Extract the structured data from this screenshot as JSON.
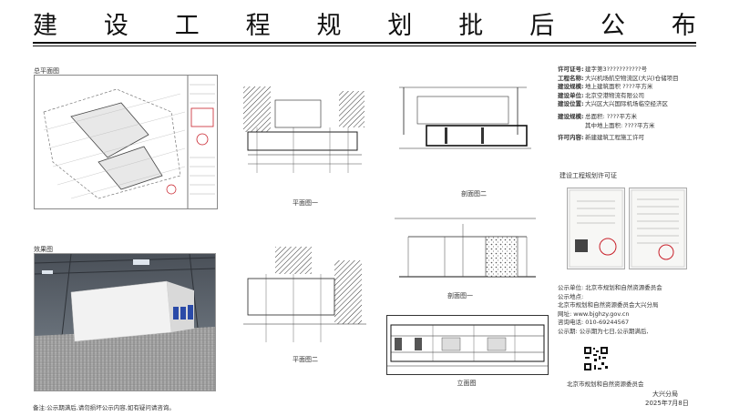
{
  "header": {
    "title_chars": [
      "建",
      "设",
      "工",
      "程",
      "规",
      "划",
      "批",
      "后",
      "公",
      "布"
    ]
  },
  "sections": {
    "site_plan_label": "总平面图",
    "render_label": "效果图",
    "permit_label": "建设工程规划许可证"
  },
  "drawings": {
    "plan1": "平面图一",
    "plan2": "平面图二",
    "section1": "剖面图一",
    "section2": "剖面图二",
    "elevation": "立面图"
  },
  "project_info": [
    {
      "k": "许可证号:",
      "v": "建字第3???????????号"
    },
    {
      "k": "工程名称:",
      "v": "大兴机场航空物流区(大兴)仓储项目"
    },
    {
      "k": "建设规模:",
      "v": "地上建筑面积 ????平方米"
    },
    {
      "k": "建设单位:",
      "v": "北京空港物流有限公司"
    },
    {
      "k": "建设位置:",
      "v": "大兴区大兴国际机场临空经济区"
    },
    {
      "k": "建设规模:",
      "v": "总面积: ????平方米"
    },
    {
      "k": "",
      "v": "其中地上面积: ????平方米"
    },
    {
      "k": "许可内容:",
      "v": "新建建筑工程施工许可"
    }
  ],
  "publicity": [
    "公示单位: 北京市规划和自然资源委员会",
    "公示地点:",
    "  北京市规划和自然资源委员会大兴分局",
    "  网址: www.bjghzy.gov.cn",
    "咨询电话: 010-69244567",
    "公示期: 公示期为七日,公示期满后,"
  ],
  "footer": {
    "org": "北京市规划和自然资源委员会",
    "branch": "大兴分局",
    "date": "2025年7月8日",
    "note": "备注:公示期满后,请勿损坏公示内容,如有疑问请咨询。"
  },
  "colors": {
    "title": "#111111",
    "stamp_red": "#c8202a",
    "render_wall": "#f2f2f2",
    "render_floor": "#9a9a9a",
    "render_blue": "#2a4aa8"
  }
}
